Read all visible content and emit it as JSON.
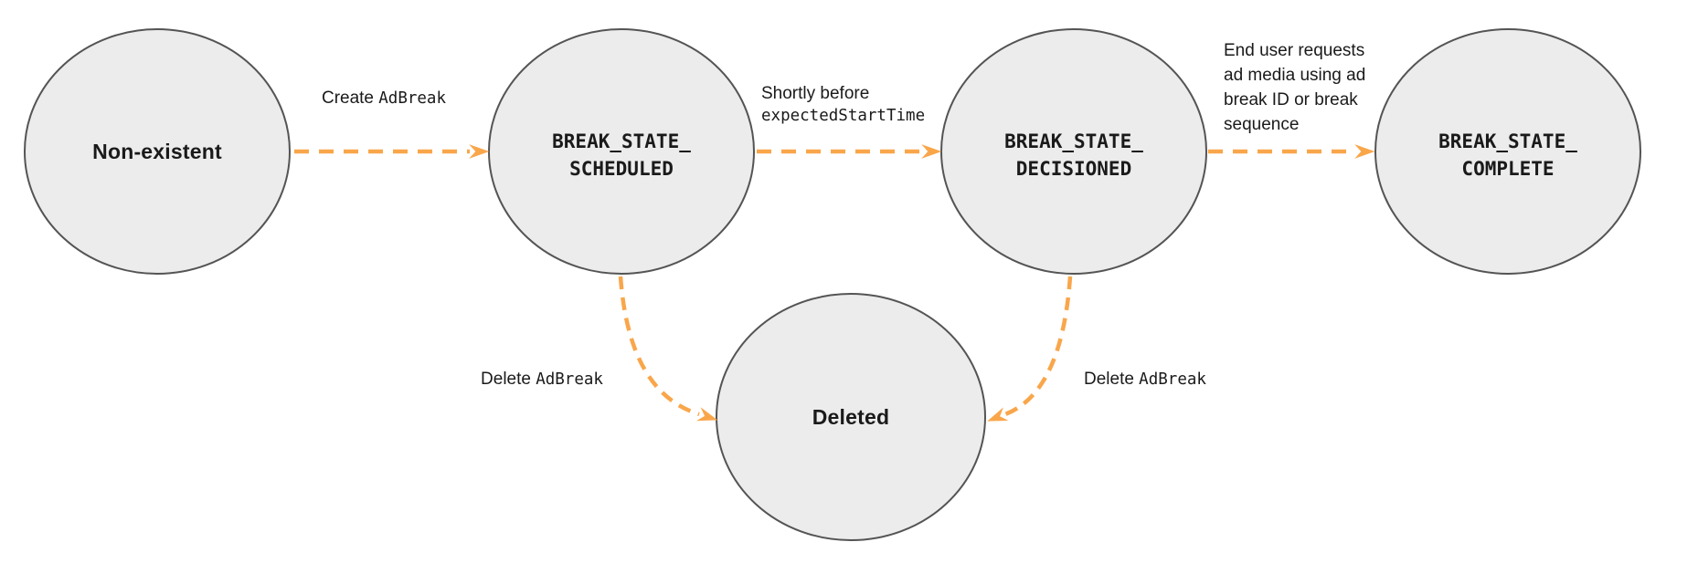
{
  "diagram_type": "state-transition-diagram",
  "nodes": [
    {
      "id": "non-existent",
      "label": "Non-existent"
    },
    {
      "id": "break-state-scheduled",
      "line1": "BREAK_STATE_",
      "line2": "SCHEDULED"
    },
    {
      "id": "break-state-decisioned",
      "line1": "BREAK_STATE_",
      "line2": "DECISIONED"
    },
    {
      "id": "break-state-complete",
      "line1": "BREAK_STATE_",
      "line2": "COMPLETE"
    },
    {
      "id": "deleted",
      "label": "Deleted"
    }
  ],
  "edges": {
    "create": {
      "plain": "Create",
      "code": "AdBreak"
    },
    "shortly": {
      "plain": "Shortly before",
      "code": "expectedStartTime"
    },
    "end_user": {
      "lines": [
        "End user requests",
        "ad media using ad",
        "break ID or break",
        "sequence"
      ]
    },
    "delete_left": {
      "plain": "Delete",
      "code": "AdBreak"
    },
    "delete_right": {
      "plain": "Delete",
      "code": "AdBreak"
    }
  },
  "colors": {
    "arrow": "#F9A64B",
    "node_fill": "#ECECEC",
    "node_border": "#545454",
    "text": "#1A1A1A",
    "background": "#FFFFFF"
  }
}
